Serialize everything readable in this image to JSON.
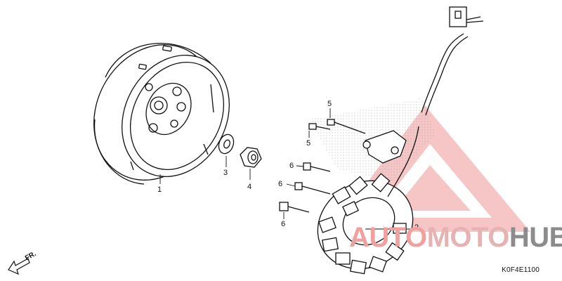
{
  "callouts": {
    "p1": "1",
    "p2": "2",
    "p3": "3",
    "p4": "4",
    "p5a": "5",
    "p5b": "5",
    "p6a": "6",
    "p6b": "6",
    "p6c": "6"
  },
  "direction_label": "FR.",
  "diagram_code": "K0F4E1100",
  "watermark": {
    "part_a": "AUTO",
    "part_b": "MOTO",
    "part_c": "HUB",
    "color_primary": "#f1a0a0",
    "color_secondary": "#9a9a9a"
  }
}
